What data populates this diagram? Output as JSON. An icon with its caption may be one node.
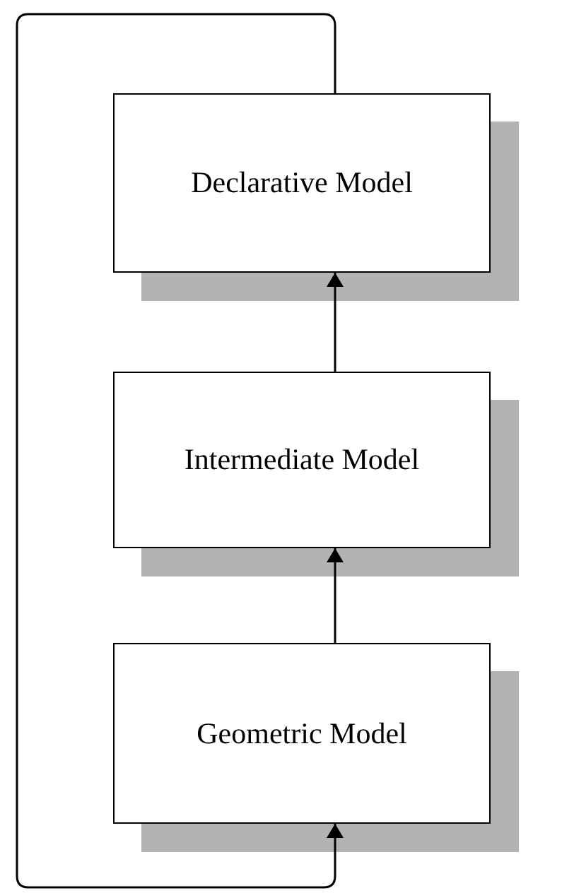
{
  "diagram": {
    "nodes": [
      {
        "text": [
          "Declarative Model"
        ]
      },
      {
        "text": [
          "Intermediate Model"
        ]
      },
      {
        "text": [
          "Geometric Model"
        ]
      }
    ],
    "edges": [
      {
        "from": 2,
        "to": 1,
        "arrow": "to"
      },
      {
        "from": 1,
        "to": 0,
        "arrow": "to"
      },
      {
        "from": 0,
        "to": 2,
        "arrow": "to"
      }
    ]
  }
}
